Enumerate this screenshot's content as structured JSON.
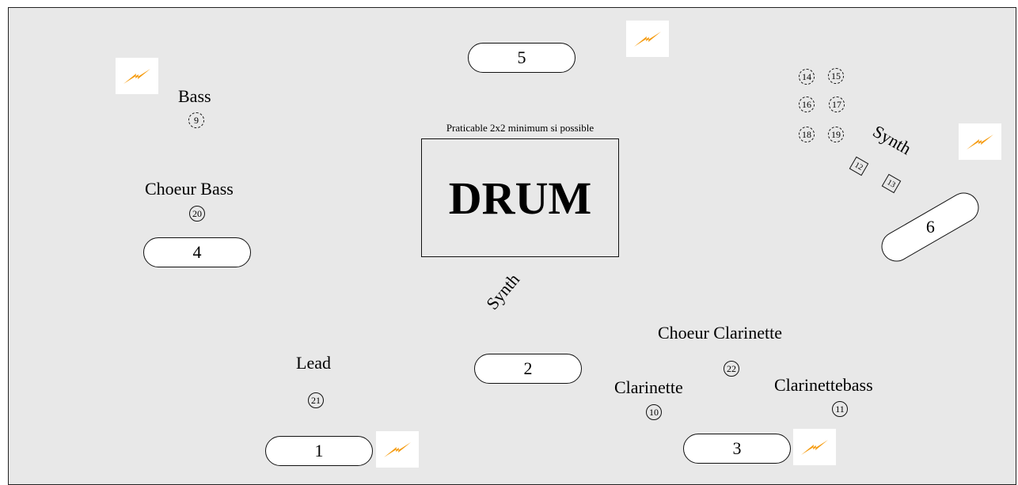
{
  "drum": {
    "label": "DRUM",
    "note": "Praticable 2x2 minimum si possible"
  },
  "instruments": {
    "bass": "Bass",
    "choeur_bass": "Choeur Bass",
    "lead": "Lead",
    "synth_center": "Synth",
    "synth_right": "Synth",
    "choeur_clarinette": "Choeur Clarinette",
    "clarinette": "Clarinette",
    "clarinettebass": "Clarinettebass"
  },
  "monitors": {
    "m1": "1",
    "m2": "2",
    "m3": "3",
    "m4": "4",
    "m5": "5",
    "m6": "6"
  },
  "inputs": {
    "c9": "9",
    "c10": "10",
    "c11": "11",
    "c12": "12",
    "c13": "13",
    "c14": "14",
    "c15": "15",
    "c16": "16",
    "c17": "17",
    "c18": "18",
    "c19": "19",
    "c20": "20",
    "c21": "21",
    "c22": "22"
  },
  "icons": {
    "power": "power-outlet-icon",
    "power_color": "#f59a0c"
  }
}
